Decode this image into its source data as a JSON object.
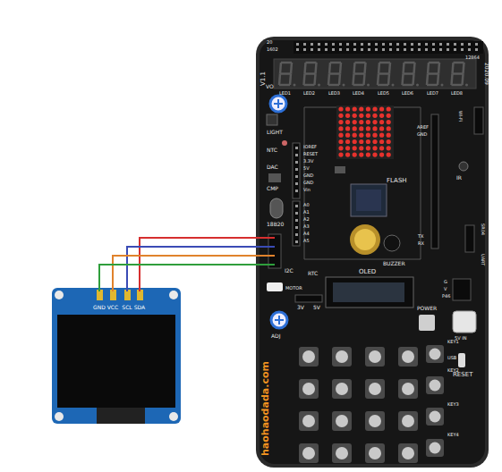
{
  "diagram": {
    "labels": [
      "20",
      "1602",
      "12864",
      "V1.1",
      "2020.09",
      "LED1",
      "LED2",
      "LED3",
      "LED4",
      "LED5",
      "LED6",
      "LED7",
      "LED8",
      "VO",
      "LIGHT",
      "NTC",
      "DAC",
      "CMP",
      "18B20",
      "IOREF",
      "RESET",
      "3.3V",
      "5V",
      "GND",
      "GND",
      "Vin",
      "A0",
      "A1",
      "A2",
      "A3",
      "A4",
      "A5",
      "FLASH",
      "AREF",
      "GND",
      "IR",
      "Wi-Fi",
      "TX",
      "RX",
      "SR04",
      "UART",
      "G",
      "V",
      "P46",
      "I2C",
      "RTC",
      "OLED",
      "BUZZER",
      "MOTOR",
      "3V",
      "5V",
      "ADJ",
      "POWER",
      "KEY1",
      "USB",
      "KEY2",
      "5V IN",
      "RESET",
      "KEY3",
      "KEY4",
      "haohaodada.com",
      "GND",
      "VCC",
      "SCL",
      "SDA"
    ]
  }
}
